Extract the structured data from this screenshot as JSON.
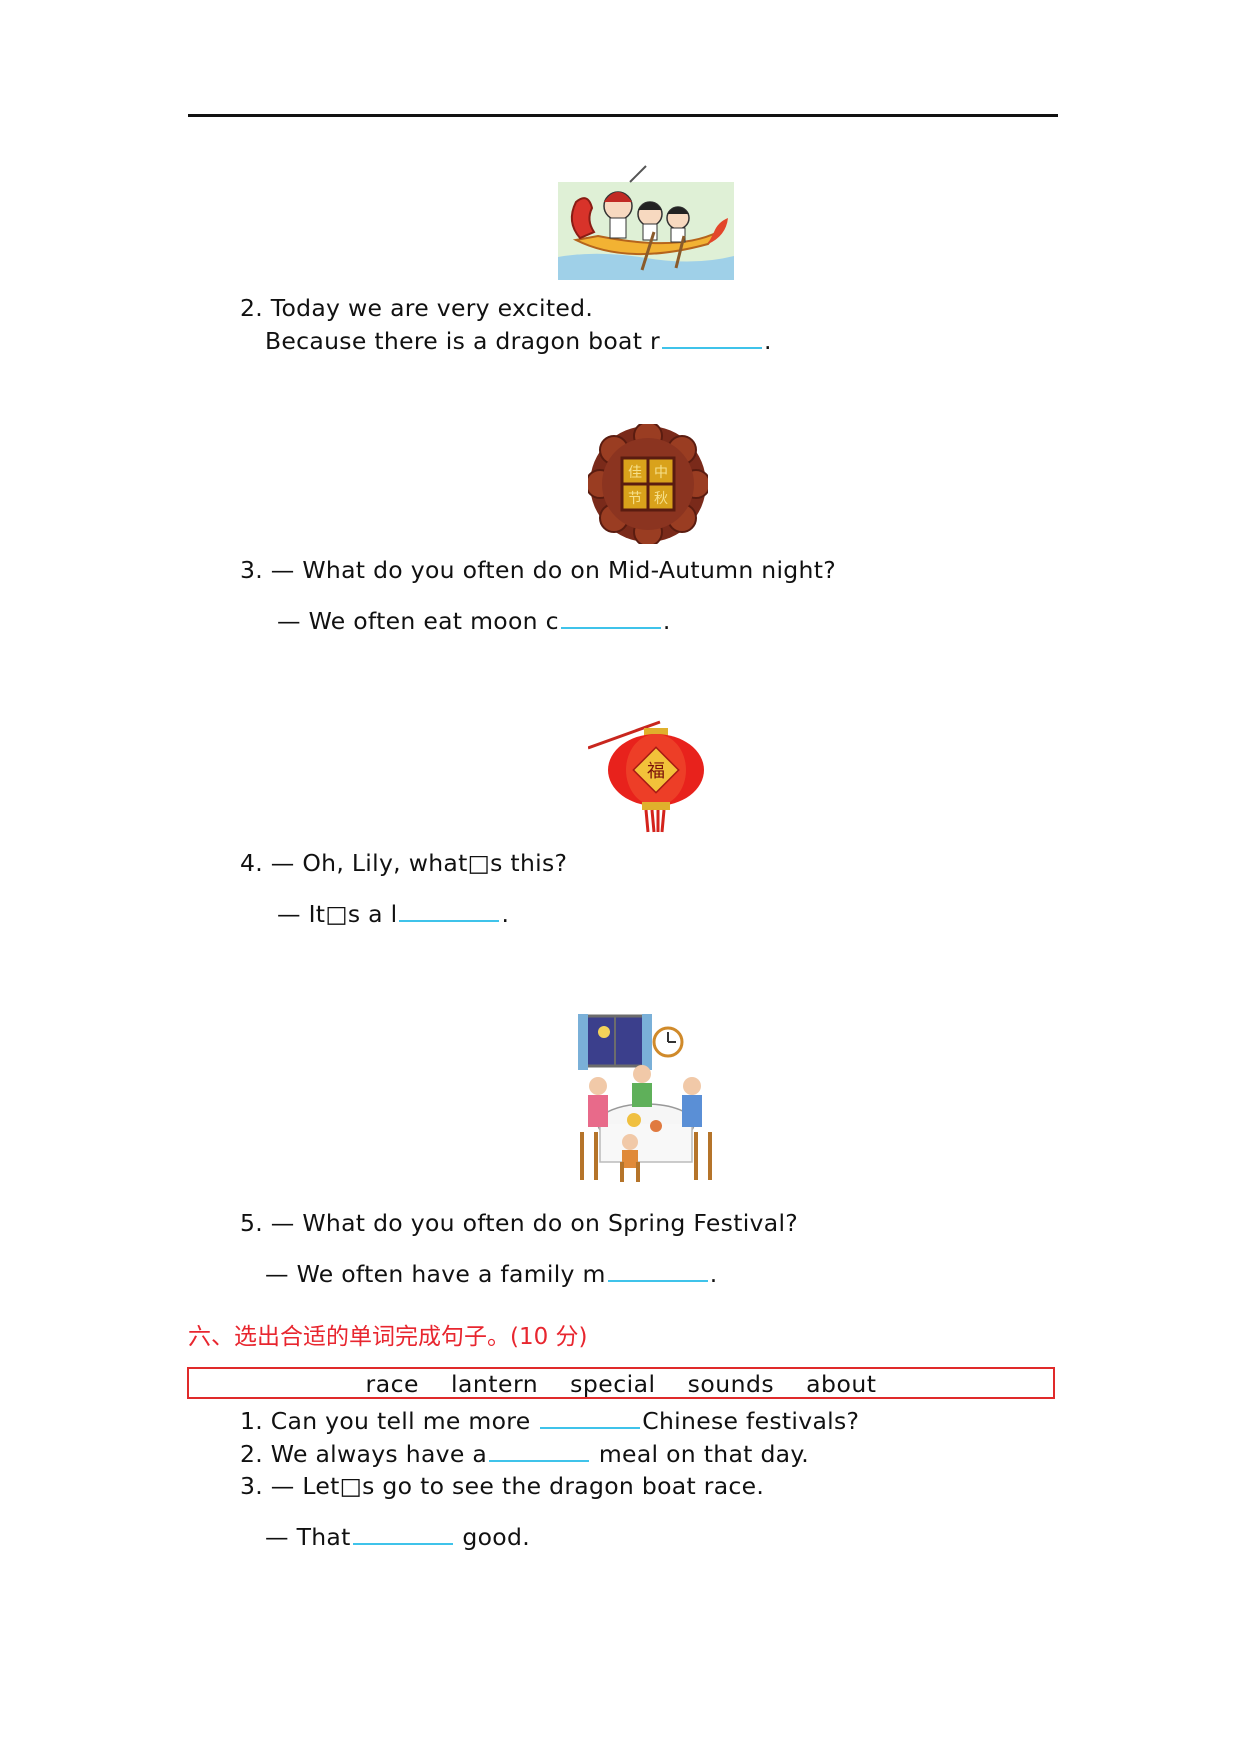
{
  "items": {
    "q2": {
      "line1": "2. Today we are very excited.",
      "line2_prefix": "Because there is a dragon boat r",
      "line2_suffix": "."
    },
    "q3": {
      "line1": "3. — What do you often do on Mid-Autumn night?",
      "line2_prefix": "— We often eat moon c",
      "line2_suffix": "."
    },
    "q4": {
      "line1": "4. — Oh, Lily, what□s this?",
      "line2_prefix": "— It□s a l",
      "line2_suffix": "."
    },
    "q5": {
      "line1": "5. — What do you often do on Spring Festival?",
      "line2_prefix": "— We often have a family m",
      "line2_suffix": "."
    }
  },
  "section6": {
    "heading": "六、选出合适的单词完成句子。(10 分)",
    "words": [
      "race",
      "lantern",
      "special",
      "sounds",
      "about"
    ],
    "s1": {
      "prefix": "1. Can you tell me more ",
      "suffix": "Chinese festivals?"
    },
    "s2": {
      "prefix": "2. We always have a",
      "suffix": " meal on that day."
    },
    "s3": {
      "line1": "3. — Let□s go to see the dragon boat race.",
      "line2_prefix": "— That",
      "line2_suffix": " good."
    }
  },
  "images": {
    "dragon_boat": "dragon-boat-picture",
    "mooncake": "mooncake-picture",
    "lantern": "red-lantern-picture",
    "family_meal": "family-dinner-picture",
    "mooncake_chars": [
      "佳",
      "中",
      "节",
      "秋"
    ],
    "lantern_char": "福"
  },
  "colors": {
    "blank_line": "#3fc3ea",
    "section_heading": "#e8262f",
    "box_border": "#e02a2a"
  }
}
